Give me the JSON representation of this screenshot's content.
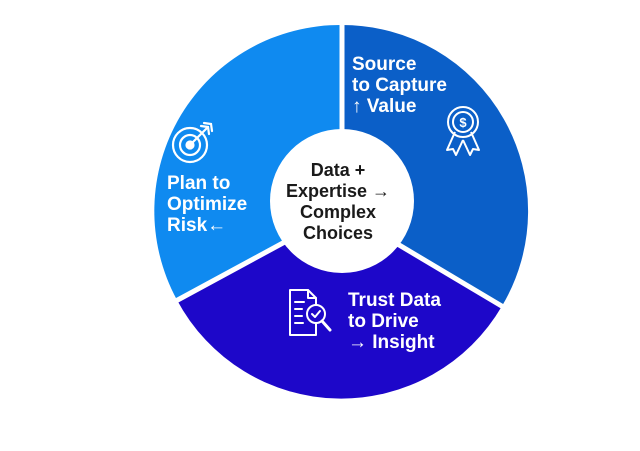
{
  "colors": {
    "top_right": "#0b5fc8",
    "bottom": "#1d07c9",
    "left": "#0f8af0",
    "divider": "#ffffff",
    "center_fill": "#ffffff",
    "center_text": "#1a1a1a",
    "label_text": "#ffffff"
  },
  "center": {
    "lines": [
      "Data +",
      "Expertise →",
      "Complex",
      "Choices"
    ]
  },
  "segments": {
    "top_right": {
      "lines": [
        "Source",
        "to Capture",
        "↑ Value"
      ],
      "icon": "award-ribbon-dollar-icon"
    },
    "bottom": {
      "lines": [
        "Trust Data",
        "to Drive",
        "→ Insight"
      ],
      "icon": "document-magnifier-check-icon"
    },
    "left": {
      "lines": [
        "Plan to",
        "Optimize",
        "Risk←"
      ],
      "icon": "target-arrow-icon"
    }
  }
}
